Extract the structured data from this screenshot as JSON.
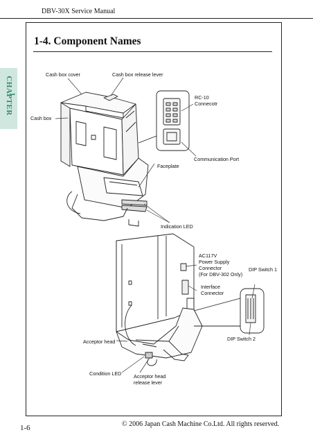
{
  "header": {
    "manual_title": "DBV-30X Service Manual"
  },
  "chapter_tab": {
    "label": "CHAPTER",
    "number": "1"
  },
  "section": {
    "title": "1-4. Component Names"
  },
  "labels": {
    "cash_box_cover": "Cash box cover",
    "cash_box_release_lever": "Cash box release lever",
    "rc10_line1": "RC-10",
    "rc10_line2": "Connecotr",
    "cash_box": "Cash box",
    "communication_port": "Communication Port",
    "faceplate": "Faceplate",
    "indication_led": "Indication LED",
    "ac117v_line1": "AC117V",
    "ac117v_line2": "Power Supply",
    "ac117v_line3": "Connector",
    "ac117v_line4": "(For DBV-302 Only)",
    "dip_switch_1": "DIP Switch 1",
    "interface_line1": "Interface",
    "interface_line2": "Connector",
    "dip_switch_2": "DIP Switch 2",
    "acceptor_head": "Acceptor head",
    "condition_led": "Condition LED",
    "acceptor_release_line1": "Acceptor head",
    "acceptor_release_line2": "release lever"
  },
  "footer": {
    "page_number": "1-6",
    "copyright": "© 2006 Japan Cash Machine Co.Ltd. All rights reserved."
  }
}
